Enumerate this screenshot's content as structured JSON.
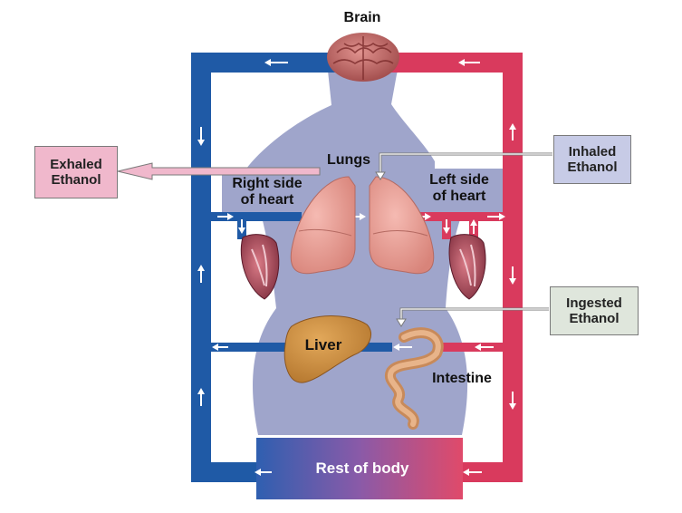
{
  "labels": {
    "brain": "Brain",
    "lungs": "Lungs",
    "right_heart": [
      "Right side",
      "of heart"
    ],
    "left_heart": [
      "Left side",
      "of heart"
    ],
    "liver": "Liver",
    "intestine": "Intestine",
    "rest_of_body": "Rest of body"
  },
  "callouts": {
    "exhaled": [
      "Exhaled",
      "Ethanol"
    ],
    "inhaled": [
      "Inhaled",
      "Ethanol"
    ],
    "ingested": [
      "Ingested",
      "Ethanol"
    ]
  },
  "colors": {
    "venous_blue": "#1f5aa6",
    "arterial_red": "#d93a5d",
    "body_silhouette": "#9aa0c8",
    "exhaled_box": "#f0b8cc",
    "inhaled_box": "#c7cbe6",
    "ingested_box": "#dfe6dc",
    "organ_pink": "#e79a92",
    "liver_brown": "#c98a3d",
    "brain_red": "#b15a5a"
  }
}
